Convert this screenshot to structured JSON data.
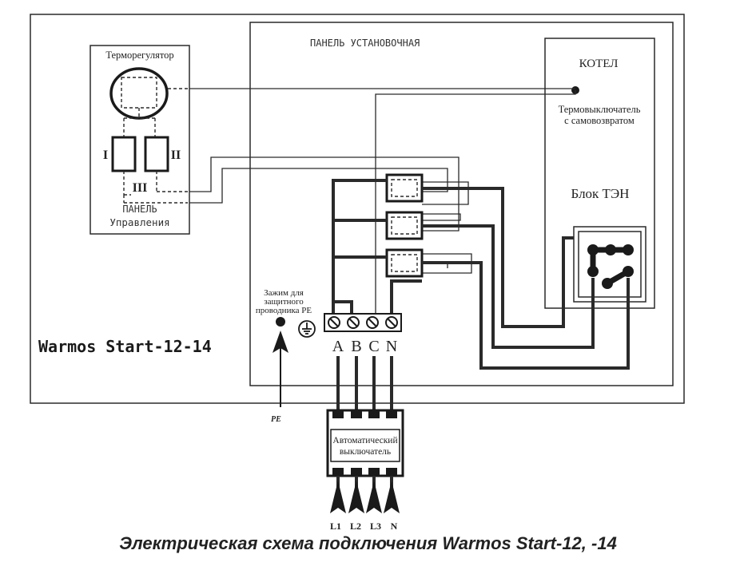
{
  "labels": {
    "thermostat": "Терморегулятор",
    "control_panel_line1": "ПАНЕЛЬ",
    "control_panel_line2": "Управления",
    "stage_1": "I",
    "stage_2": "II",
    "stage_3": "III",
    "mounting_panel": "ПАНЕЛЬ УСТАНОВОЧНАЯ",
    "boiler": "КОТЕЛ",
    "thermal_switch_line1": "Термовыключатель",
    "thermal_switch_line2": "с самовозвратом",
    "heater_block": "Блок ТЭН",
    "pe_clamp_line1": "Зажим для",
    "pe_clamp_line2": "защитного",
    "pe_clamp_line3": "проводника PE",
    "terminal_a": "A",
    "terminal_b": "B",
    "terminal_c": "C",
    "terminal_n": "N",
    "model": "Warmos Start-12-14",
    "pe": "PE",
    "breaker_line1": "Автоматический",
    "breaker_line2": "выключатель",
    "input_l1": "L1",
    "input_l2": "L2",
    "input_l3": "L3",
    "input_n": "N"
  },
  "caption": "Электрическая схема подключения Warmos Start-12, -14"
}
